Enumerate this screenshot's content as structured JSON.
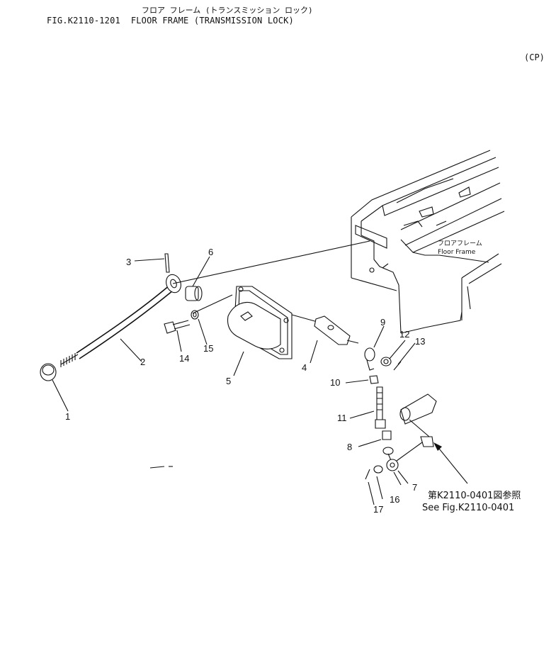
{
  "header": {
    "title_jp": "フロア フレーム (トランスミッション ロック)",
    "fig_number": "FIG.K2110-1201",
    "title_en": "FLOOR FRAME (TRANSMISSION LOCK)",
    "corner_code": "(CP)"
  },
  "diagram": {
    "frame_label_jp": "フロアフレーム",
    "frame_label_en": "Floor Frame",
    "reference_jp": "第K2110-0401図参照",
    "reference_en": "See Fig.K2110-0401",
    "part_numbers": [
      "1",
      "2",
      "3",
      "4",
      "5",
      "6",
      "7",
      "8",
      "9",
      "10",
      "11",
      "12",
      "13",
      "14",
      "15",
      "16",
      "17"
    ]
  }
}
